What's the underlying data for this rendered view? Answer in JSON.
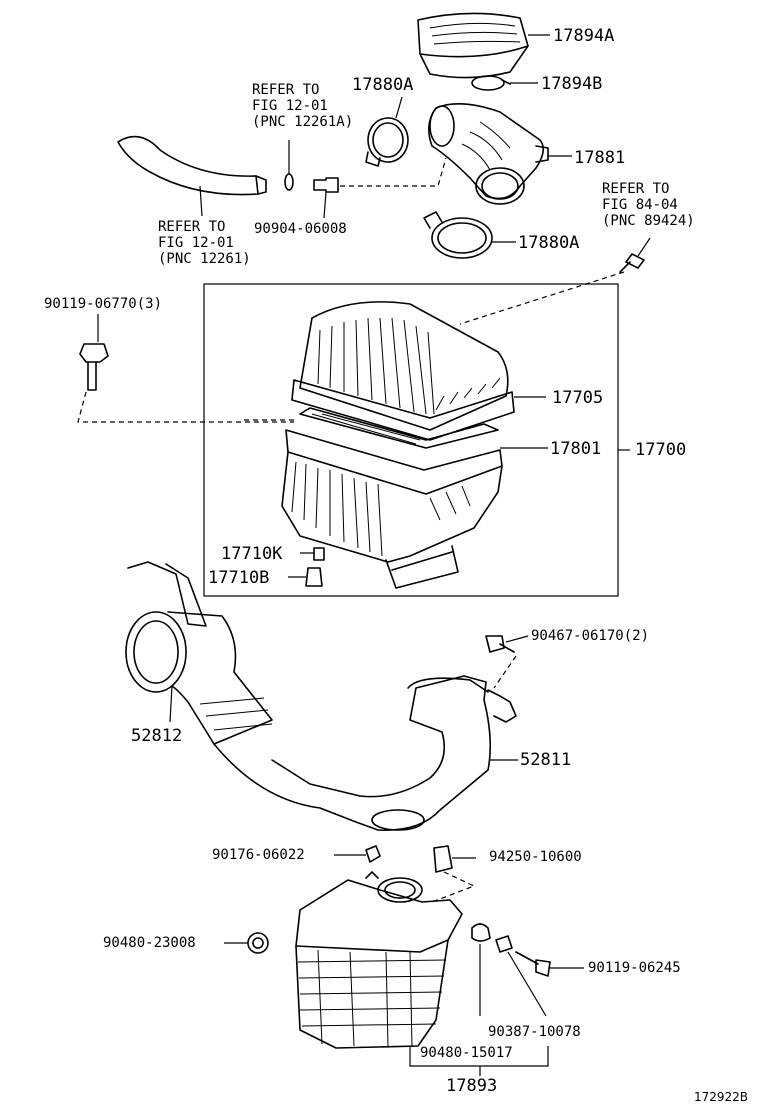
{
  "diagram_id": "172922B",
  "part_labels": {
    "p17894A": "17894A",
    "p17894B": "17894B",
    "p17880A_top": "17880A",
    "p17881": "17881",
    "p17880A_bottom": "17880A",
    "p90904": "90904-06008",
    "p90119_06770": "90119-06770(3)",
    "p17705": "17705",
    "p17801": "17801",
    "p17700": "17700",
    "p17710K": "17710K",
    "p17710B": "17710B",
    "p90467": "90467-06170(2)",
    "p52812": "52812",
    "p52811": "52811",
    "p90176": "90176-06022",
    "p94250": "94250-10600",
    "p90480_23008": "90480-23008",
    "p90119_06245": "90119-06245",
    "p90387": "90387-10078",
    "p90480_15017": "90480-15017",
    "p17893": "17893"
  },
  "references": {
    "ref_12261A": {
      "line1": "REFER TO",
      "line2": "FIG 12-01",
      "line3": "(PNC 12261A)"
    },
    "ref_12261": {
      "line1": "REFER TO",
      "line2": "FIG 12-01",
      "line3": "(PNC 12261)"
    },
    "ref_89424": {
      "line1": "REFER TO",
      "line2": "FIG 84-04",
      "line3": "(PNC 89424)"
    }
  }
}
